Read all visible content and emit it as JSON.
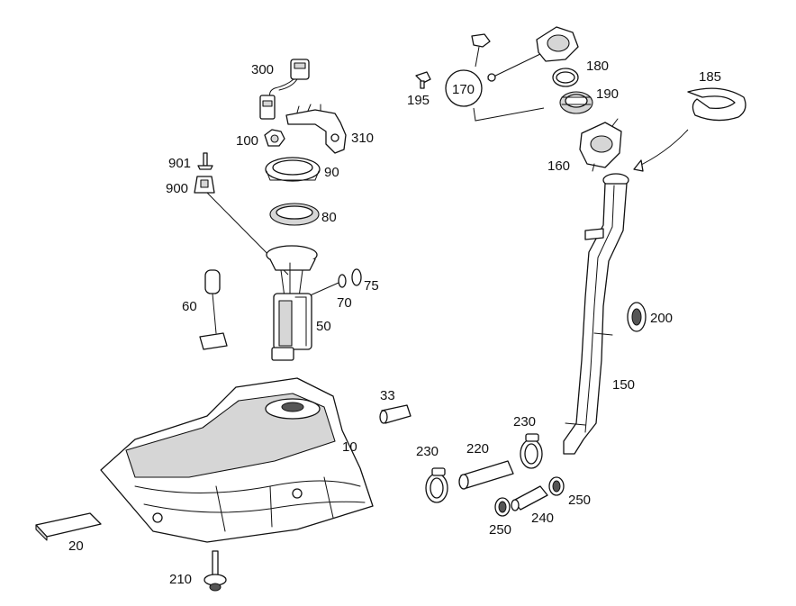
{
  "colors": {
    "line": "#111111",
    "shade": "#d6d6d6",
    "background": "#ffffff"
  },
  "callouts": [
    {
      "id": "c300",
      "text": "300"
    },
    {
      "id": "c310",
      "text": "310"
    },
    {
      "id": "c100",
      "text": "100"
    },
    {
      "id": "c90",
      "text": "90"
    },
    {
      "id": "c80",
      "text": "80"
    },
    {
      "id": "c901",
      "text": "901"
    },
    {
      "id": "c900",
      "text": "900"
    },
    {
      "id": "c70",
      "text": "70"
    },
    {
      "id": "c75",
      "text": "75"
    },
    {
      "id": "c60",
      "text": "60"
    },
    {
      "id": "c50",
      "text": "50"
    },
    {
      "id": "c10",
      "text": "10"
    },
    {
      "id": "c20",
      "text": "20"
    },
    {
      "id": "c210",
      "text": "210"
    },
    {
      "id": "c33",
      "text": "33"
    },
    {
      "id": "c170",
      "text": "170"
    },
    {
      "id": "c195",
      "text": "195"
    },
    {
      "id": "c180",
      "text": "180"
    },
    {
      "id": "c190",
      "text": "190"
    },
    {
      "id": "c160",
      "text": "160"
    },
    {
      "id": "c185",
      "text": "185"
    },
    {
      "id": "c200",
      "text": "200"
    },
    {
      "id": "c150",
      "text": "150"
    },
    {
      "id": "c230a",
      "text": "230"
    },
    {
      "id": "c230b",
      "text": "230"
    },
    {
      "id": "c220",
      "text": "220"
    },
    {
      "id": "c250a",
      "text": "250"
    },
    {
      "id": "c250b",
      "text": "250"
    },
    {
      "id": "c240",
      "text": "240"
    }
  ]
}
